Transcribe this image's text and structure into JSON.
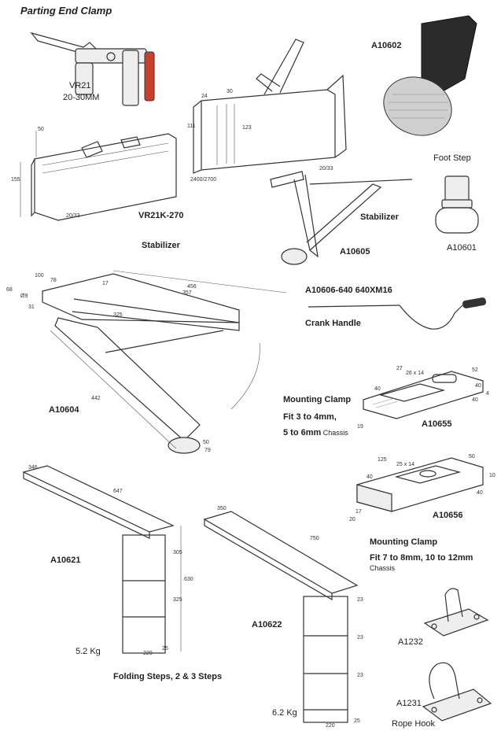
{
  "title": "Parting End Clamp",
  "labels": {
    "vr21": "VR21",
    "vr21_range": "20-30MM",
    "a10602": "A10602",
    "foot_step": "Foot Step",
    "vr21k": "VR21K-270",
    "stabilizer_center": "Stabilizer",
    "stabilizer_left": "Stabilizer",
    "a10605": "A10605",
    "a10601": "A10601",
    "a10606": "A10606-640  640XM16",
    "crank_handle": "Crank Handle",
    "a10604": "A10604",
    "mounting_clamp_1": "Mounting Clamp",
    "fit_1a": "Fit 3 to 4mm,",
    "fit_1b_bold": "5 to 6mm",
    "fit_1b_small": " Chassis",
    "a10655": "A10655",
    "a10656": "A10656",
    "mounting_clamp_2": "Mounting Clamp",
    "fit_2": "Fit 7 to 8mm, 10 to 12mm",
    "chassis_2": "Chassis",
    "a10621": "A10621",
    "weight_1": "5.2 Kg",
    "a10622": "A10622",
    "folding_steps": "Folding Steps, 2 & 3 Steps",
    "a1232": "A1232",
    "a1231": "A1231",
    "weight_2": "6.2 Kg",
    "rope_hook": "Rope Hook"
  },
  "dimensions": {
    "stab1": [
      "24",
      "30",
      "111",
      "123",
      "20/33",
      "2400/2700"
    ],
    "vr21k": [
      "50",
      "155",
      "20/33"
    ],
    "a10604": [
      "100",
      "78",
      "17",
      "456",
      "357",
      "68",
      "Ø9",
      "31",
      "325",
      "442",
      "50",
      "79"
    ],
    "a10655": [
      "27",
      "26 x 14",
      "52",
      "40",
      "40",
      "4",
      "40",
      "19"
    ],
    "a10656": [
      "125",
      "25 x 14",
      "50",
      "40",
      "10",
      "40",
      "17",
      "20"
    ],
    "a10621": [
      "346",
      "647",
      "305",
      "630",
      "325",
      "220",
      "25"
    ],
    "a10622": [
      "350",
      "750",
      "23",
      "23",
      "23",
      "220",
      "25"
    ]
  }
}
